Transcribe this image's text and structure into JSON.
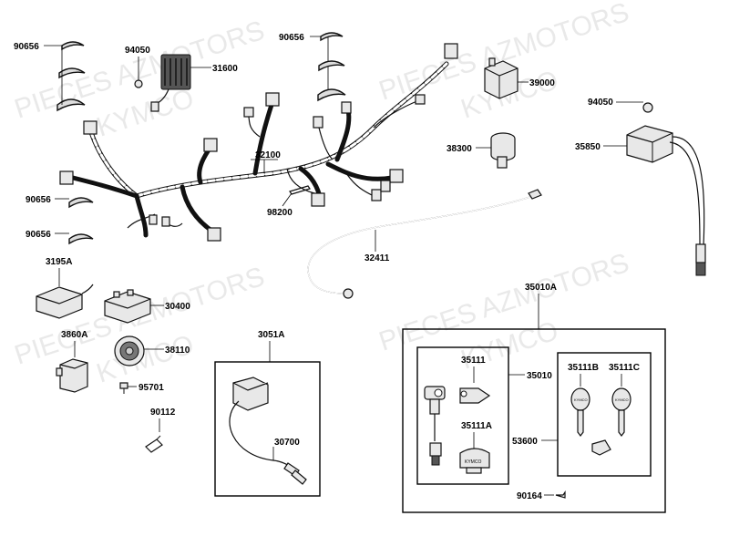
{
  "watermarks": [
    "PIECES AZMOTORS",
    "KYMCO",
    "PIECES AZMOTORS",
    "KYMCO",
    "PIECES AZMOTORS",
    "KYMCO",
    "KYMCO",
    "PIECES AZMOTORS"
  ],
  "labels": {
    "p90656_a": "90656",
    "p94050_a": "94050",
    "p31600": "31600",
    "p90656_b": "90656",
    "p39000": "39000",
    "p94050_b": "94050",
    "p38300": "38300",
    "p35850": "35850",
    "p32100": "32100",
    "p90656_c": "90656",
    "p98200": "98200",
    "p90656_d": "90656",
    "p32411": "32411",
    "p3195A": "3195A",
    "p30400": "30400",
    "p35010A": "35010A",
    "p3860A": "3860A",
    "p38110": "38110",
    "p3051A": "3051A",
    "p95701": "95701",
    "p35111": "35111",
    "p35010": "35010",
    "p35111B": "35111B",
    "p35111C": "35111C",
    "p90112": "90112",
    "p35111A": "35111A",
    "p53600": "53600",
    "p30700": "30700",
    "p90164": "90164"
  },
  "key_branding": [
    "KYMCO",
    "KYMCO",
    "KYMCO"
  ]
}
